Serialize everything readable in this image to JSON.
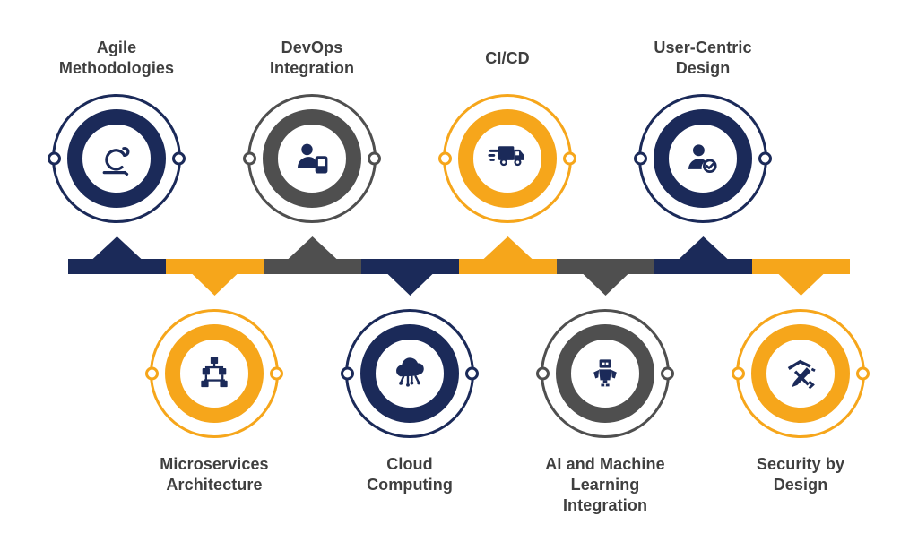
{
  "colors": {
    "navy": "#1b2a59",
    "amber": "#f6a61b",
    "gray": "#4f4f4f",
    "text": "#3f3f3f",
    "background": "#ffffff",
    "icon": "#1b2a59"
  },
  "nodes": [
    {
      "label": "Agile Methodologies",
      "color": "navy",
      "position": "top",
      "icon": "sprint-icon"
    },
    {
      "label": "DevOps Integration",
      "color": "gray",
      "position": "top",
      "icon": "person-device-icon"
    },
    {
      "label": "CI/CD",
      "color": "amber",
      "position": "top",
      "icon": "delivery-truck-icon"
    },
    {
      "label": "User-Centric Design",
      "color": "navy",
      "position": "top",
      "icon": "user-check-icon"
    },
    {
      "label": "Microservices Architecture",
      "color": "amber",
      "position": "bottom",
      "icon": "network-nodes-icon"
    },
    {
      "label": "Cloud Computing",
      "color": "navy",
      "position": "bottom",
      "icon": "cloud-network-icon"
    },
    {
      "label": "AI and Machine Learning Integration",
      "color": "gray",
      "position": "bottom",
      "icon": "robot-icon"
    },
    {
      "label": "Security by Design",
      "color": "amber",
      "position": "bottom",
      "icon": "design-tools-icon"
    }
  ],
  "timeline": {
    "segments": [
      {
        "color": "navy",
        "arrow": "up"
      },
      {
        "color": "amber",
        "arrow": "down"
      },
      {
        "color": "gray",
        "arrow": "up"
      },
      {
        "color": "navy",
        "arrow": "down"
      },
      {
        "color": "amber",
        "arrow": "up"
      },
      {
        "color": "gray",
        "arrow": "down"
      },
      {
        "color": "navy",
        "arrow": "up"
      },
      {
        "color": "amber",
        "arrow": "down"
      }
    ]
  }
}
